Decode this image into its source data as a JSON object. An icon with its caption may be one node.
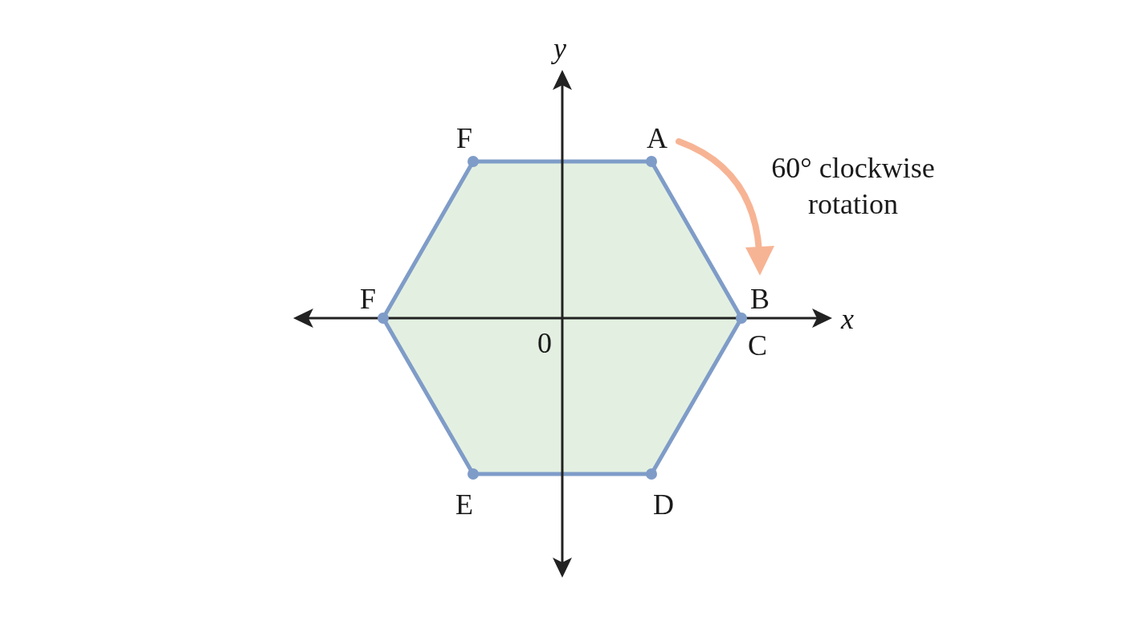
{
  "diagram": {
    "labels": [
      "y",
      "F",
      "A",
      "60° clockwise rotation",
      "F",
      "B",
      "x",
      "0",
      "C",
      "E",
      "D"
    ]
  }
}
